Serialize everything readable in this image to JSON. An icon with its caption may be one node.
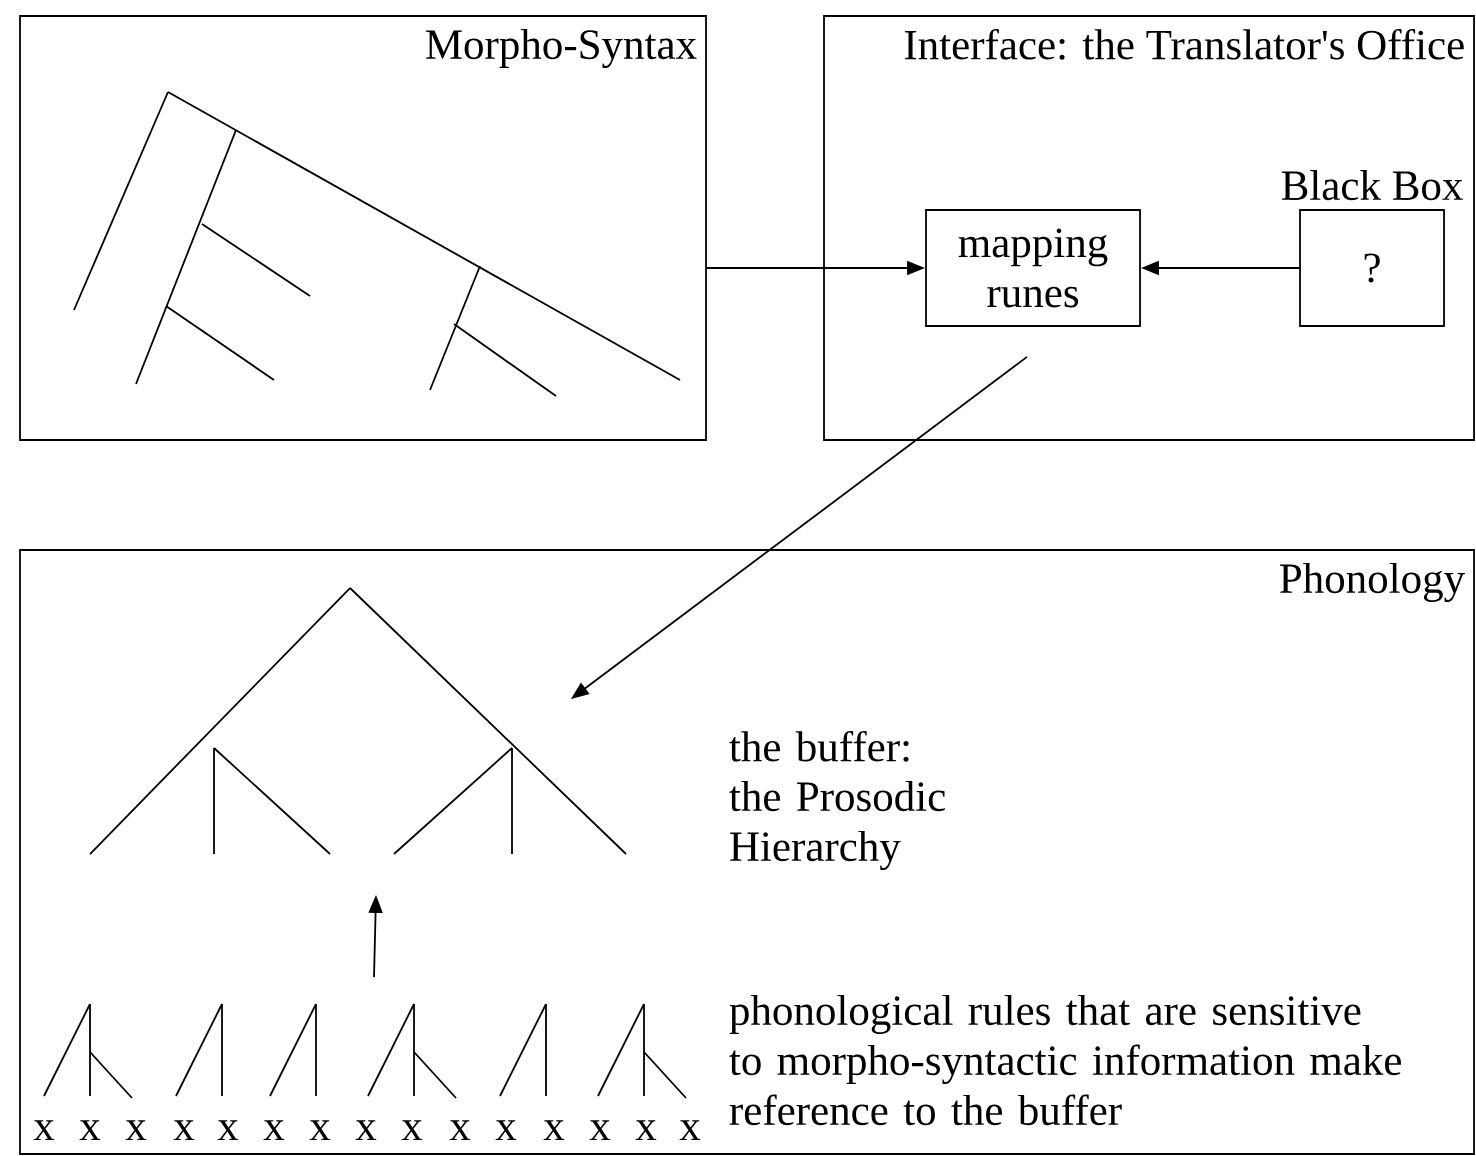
{
  "diagram": {
    "nodes": [
      {
        "text": [
          "Morpho-Syntax"
        ]
      },
      {
        "text": [
          "Interface: the Translator's Office"
        ]
      },
      {
        "text": [
          "mapping runes"
        ],
        "in": 1
      },
      {
        "text": [
          "?"
        ],
        "in": 1,
        "beside": [
          "Black Box"
        ]
      },
      {
        "text": [
          "Phonology"
        ]
      },
      {
        "text": [],
        "shape": "tree",
        "in": 4
      },
      {
        "text": [],
        "shape": "tree",
        "in": 4
      }
    ],
    "edges": [
      {
        "from": 0,
        "to": 2,
        "arrow": "to"
      },
      {
        "from": 3,
        "to": 2,
        "arrow": "to"
      },
      {
        "from": 2,
        "to": 5,
        "arrow": "to"
      },
      {
        "from": 6,
        "to": 5,
        "arrow": "to"
      }
    ],
    "labels": [
      "the buffer:",
      "the Prosodic Hierarchy",
      "phonological rules that are sensitive to morpho-syntactic information make reference to the buffer",
      "x",
      "x",
      "x",
      "x",
      "x",
      "x",
      "x",
      "x",
      "x",
      "x",
      "x",
      "x",
      "x",
      "x",
      "x"
    ]
  }
}
